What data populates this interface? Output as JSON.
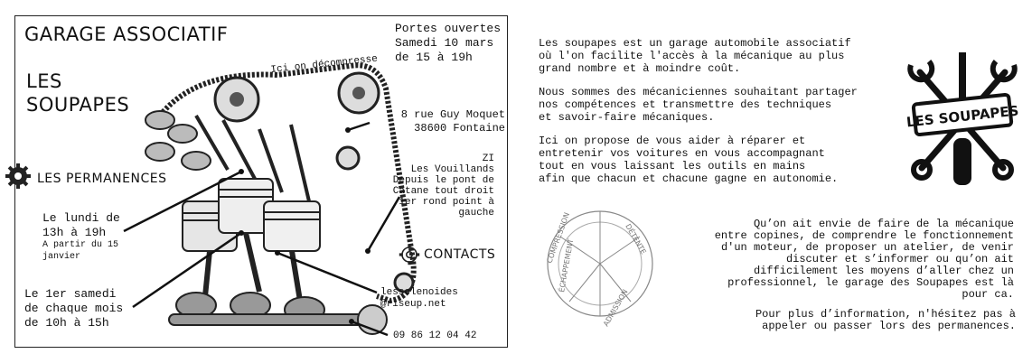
{
  "flyer": {
    "title": "GARAGE ASSOCIATIF",
    "name_line1": "LES",
    "name_line2": "SOUPAPES",
    "event_line1": "Portes ouvertes",
    "event_line2": "Samedi 10 mars",
    "event_line3": "de 15 à 19h",
    "decompress_text": "Ici on décompresse",
    "address_line1": "8 rue Guy Moquet",
    "address_line2": "38600 Fontaine",
    "directions_line1": "ZI",
    "directions_line2": "Les Vouillands",
    "directions_line3": "Depuis le pont de",
    "directions_line4": "Catane tout droit",
    "directions_line5": "1er rond point à",
    "directions_line6": "gauche",
    "permanences_heading": "LES PERMANENCES",
    "monday_line1": "Le lundi de",
    "monday_line2": "13h à 19h",
    "monday_note_line1": "A partir du 15",
    "monday_note_line2": "janvier",
    "saturday_line1": "Le 1er samedi",
    "saturday_line2": "de chaque mois",
    "saturday_line3": "de 10h à 15h",
    "contacts_heading": "CONTACTS",
    "email_line1": "lessolenoides",
    "email_line2": "@riseup.net",
    "phone": "09 86 12 04 42",
    "icons": [
      "gear-icon",
      "engine-illustration"
    ]
  },
  "info": {
    "intro_line1": "Les soupapes est un garage automobile associatif",
    "intro_line2": "où l'on facilite l'accès à la mécanique au plus",
    "intro_line3": "grand nombre et à moindre coût.",
    "who_line1": "Nous sommes des mécaniciennes souhaitant partager",
    "who_line2": "nos compétences et transmettre des techniques",
    "who_line3": "et savoir-faire mécaniques.",
    "offer_line1": "Ici on propose de vous aider à réparer et",
    "offer_line2": "entretenir vos voitures en vous accompagnant",
    "offer_line3": "tout en vous laissant les outils en mains",
    "offer_line4": "afin que chacun et chacune gagne en autonomie.",
    "why_line1": "Qu’on  ait envie de faire de la mécanique",
    "why_line2": "entre copines, de comprendre le fonctionnement",
    "why_line3": "d'un moteur, de proposer un atelier, de venir",
    "why_line4": "discuter et s’informer ou qu’on ait",
    "why_line5": "difficilement les moyens d’aller chez un",
    "why_line6": "professionnel, le garage des Soupapes est là",
    "why_line7": "pour ca.",
    "more_line1": "Pour plus d’information, n'hésitez pas à",
    "more_line2": "appeler ou passer lors des permanences.",
    "logo_text": "LES SOUPAPES",
    "diagram_words": [
      "COMPRESSION",
      "DÉTENTE",
      "ÉCHAPPEMENT",
      "ADMISSION"
    ]
  }
}
